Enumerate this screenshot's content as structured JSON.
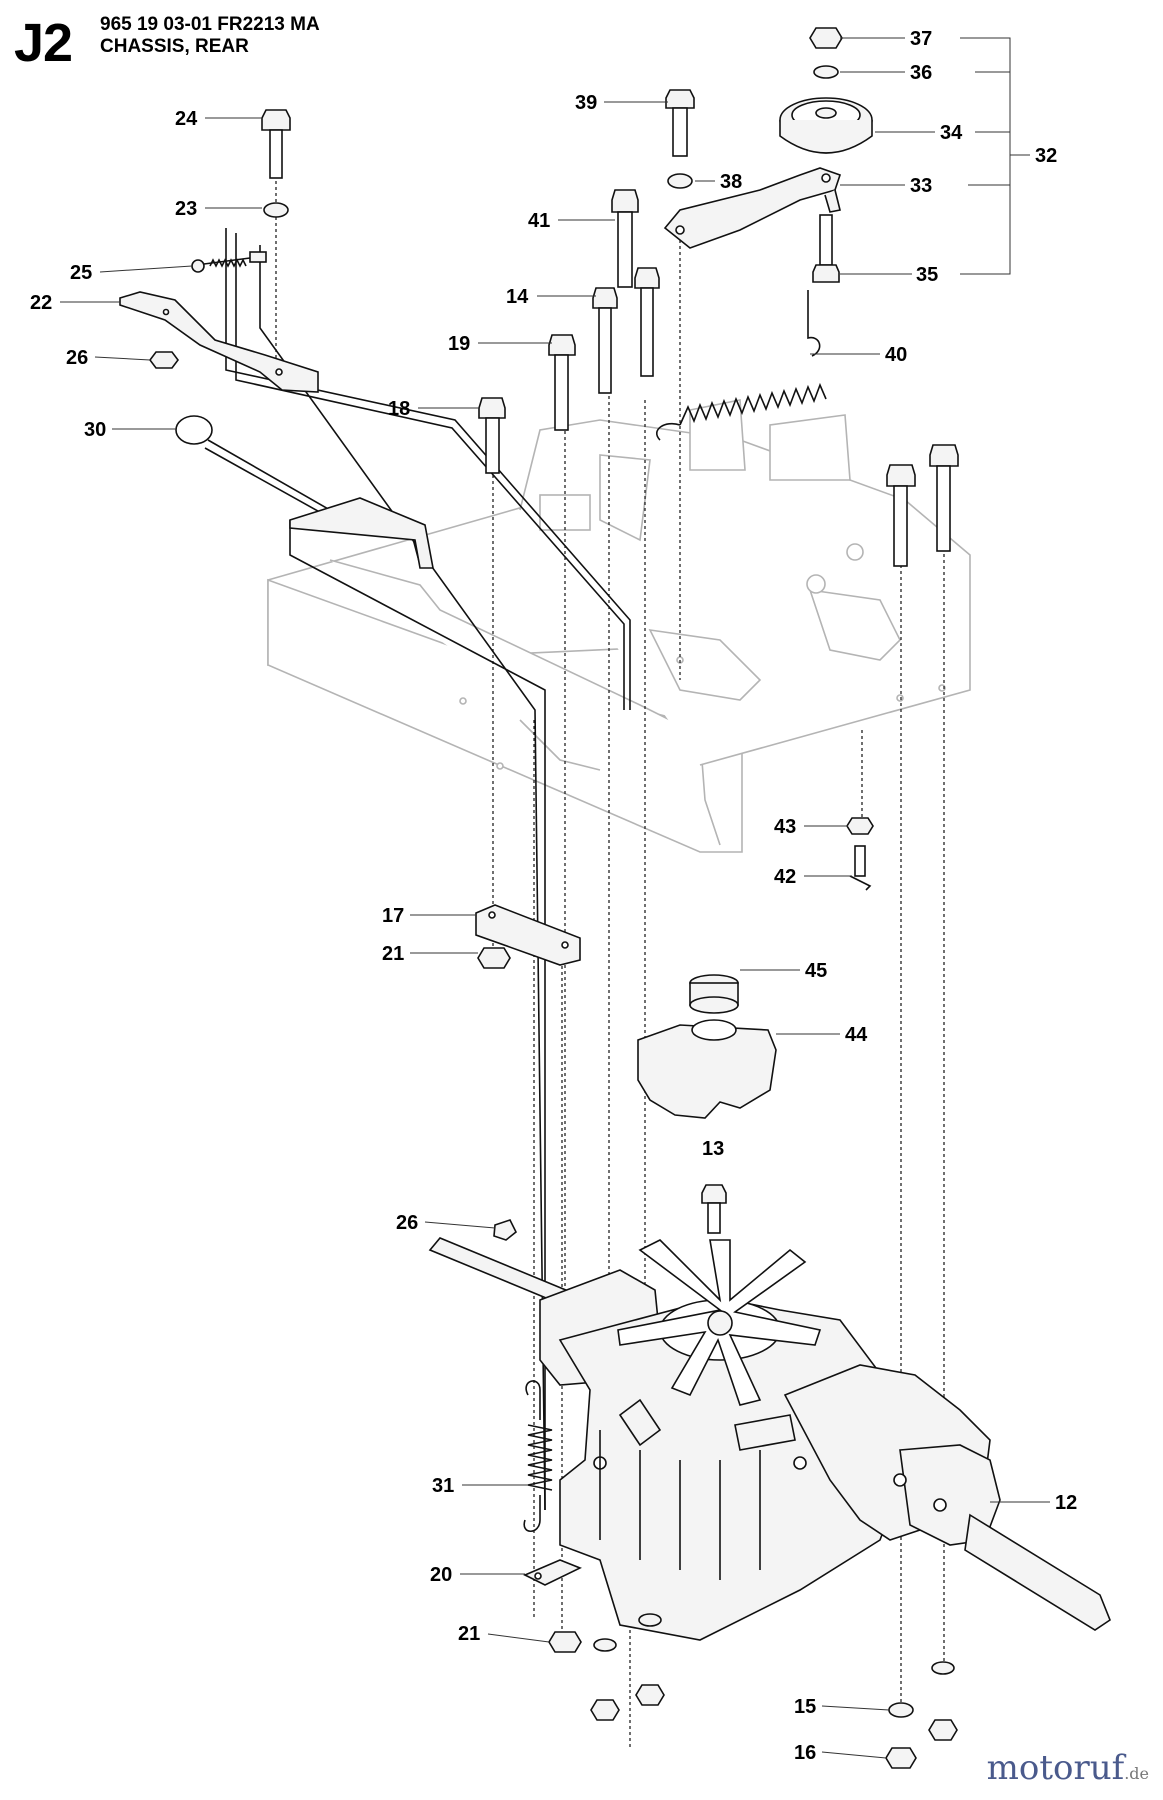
{
  "header": {
    "section_code": "J2",
    "part_number_line": "965 19 03-01 FR2213 MA",
    "title": "CHASSIS, REAR"
  },
  "watermark": {
    "brand": "motoruf",
    "suffix": ".de"
  },
  "callouts": [
    {
      "id": "c37",
      "label": "37"
    },
    {
      "id": "c36",
      "label": "36"
    },
    {
      "id": "c34",
      "label": "34"
    },
    {
      "id": "c32",
      "label": "32"
    },
    {
      "id": "c33",
      "label": "33"
    },
    {
      "id": "c35",
      "label": "35"
    },
    {
      "id": "c39",
      "label": "39"
    },
    {
      "id": "c38",
      "label": "38"
    },
    {
      "id": "c41",
      "label": "41"
    },
    {
      "id": "c14",
      "label": "14"
    },
    {
      "id": "c19",
      "label": "19"
    },
    {
      "id": "c40",
      "label": "40"
    },
    {
      "id": "c18",
      "label": "18"
    },
    {
      "id": "c24",
      "label": "24"
    },
    {
      "id": "c23",
      "label": "23"
    },
    {
      "id": "c25",
      "label": "25"
    },
    {
      "id": "c22",
      "label": "22"
    },
    {
      "id": "c26a",
      "label": "26"
    },
    {
      "id": "c30",
      "label": "30"
    },
    {
      "id": "c43",
      "label": "43"
    },
    {
      "id": "c42",
      "label": "42"
    },
    {
      "id": "c17",
      "label": "17"
    },
    {
      "id": "c21a",
      "label": "21"
    },
    {
      "id": "c45",
      "label": "45"
    },
    {
      "id": "c44",
      "label": "44"
    },
    {
      "id": "c13",
      "label": "13"
    },
    {
      "id": "c26b",
      "label": "26"
    },
    {
      "id": "c31",
      "label": "31"
    },
    {
      "id": "c12",
      "label": "12"
    },
    {
      "id": "c20",
      "label": "20"
    },
    {
      "id": "c21b",
      "label": "21"
    },
    {
      "id": "c15",
      "label": "15"
    },
    {
      "id": "c16",
      "label": "16"
    }
  ]
}
